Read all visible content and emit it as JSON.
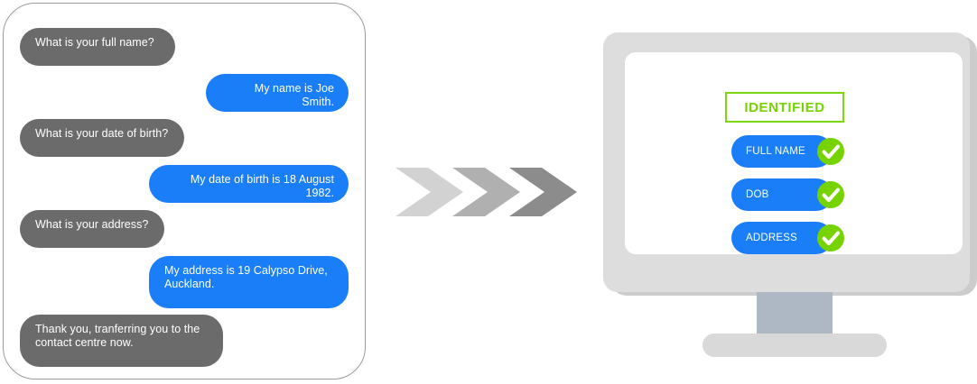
{
  "colors": {
    "bot_bubble": "#6B6B6B",
    "user_bubble": "#1A7EF8",
    "accent_green": "#76D300",
    "badge_border_green": "#7CD80E",
    "monitor_bezel": "#DDDDDD",
    "monitor_shadow": "#CCCCCC",
    "monitor_neck": "#AEB8C4",
    "monitor_base": "#D9D9D9",
    "panel_border": "#9A9A9A",
    "arrow_light": "#D2D2D2",
    "arrow_mid": "#B0B0B0",
    "arrow_dark": "#8C8C8C",
    "background": "#FFFFFF"
  },
  "chat": {
    "panel_name": "chat-conversation-panel",
    "messages": [
      {
        "id": 0,
        "sender": "bot",
        "text": "What is your full name?"
      },
      {
        "id": 1,
        "sender": "user",
        "text": "My name is Joe Smith."
      },
      {
        "id": 2,
        "sender": "bot",
        "text": "What is your date of birth?"
      },
      {
        "id": 3,
        "sender": "user",
        "text": "My date of birth is 18 August 1982."
      },
      {
        "id": 4,
        "sender": "bot",
        "text": "What is your address?"
      },
      {
        "id": 5,
        "sender": "user",
        "text": "My address is 19 Calypso Drive, Auckland."
      },
      {
        "id": 6,
        "sender": "bot",
        "text": "Thank you, tranferring you to the contact centre now."
      }
    ]
  },
  "arrows": {
    "icon_name": "chevron-right-icon",
    "count": 3,
    "fills": [
      "#D2D2D2",
      "#B0B0B0",
      "#8C8C8C"
    ]
  },
  "monitor": {
    "device_name": "desktop-monitor",
    "screen": {
      "badge": {
        "label": "IDENTIFIED",
        "text_color": "#76D300",
        "border_color": "#7CD80E"
      },
      "status_items": [
        {
          "label": "FULL NAME",
          "verified": true,
          "check_icon": "check-circle-icon"
        },
        {
          "label": "DOB",
          "verified": true,
          "check_icon": "check-circle-icon"
        },
        {
          "label": "ADDRESS",
          "verified": true,
          "check_icon": "check-circle-icon"
        }
      ]
    }
  }
}
